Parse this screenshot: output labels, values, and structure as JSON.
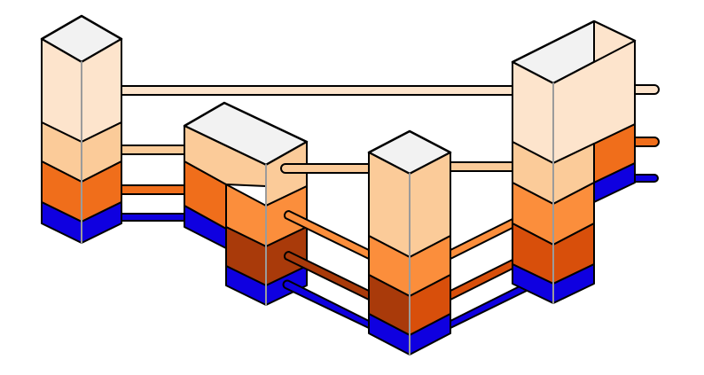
{
  "colors": {
    "top": "#f2f2f2",
    "cream": "#fde4cc",
    "peach": "#fbcb99",
    "light_orange": "#fb8e3c",
    "orange": "#f06e1b",
    "dark_orange": "#d84f0b",
    "brown": "#a93a0a",
    "blue": "#0f00e0",
    "outline": "#000000",
    "edge": "#9b9b9b",
    "background": "#ffffff"
  },
  "diagram": {
    "towers": [
      {
        "id": "tower-a",
        "layers": [
          "cream",
          "peach",
          "orange",
          "blue"
        ]
      },
      {
        "id": "tower-b",
        "layers": [
          "peach",
          "light_orange",
          "brown",
          "blue"
        ]
      },
      {
        "id": "tower-c",
        "layers": [
          "peach",
          "light_orange",
          "brown",
          "blue"
        ]
      },
      {
        "id": "tower-d",
        "layers": [
          "cream",
          "peach",
          "light_orange",
          "dark_orange",
          "blue"
        ]
      }
    ],
    "connectors": [
      "cream",
      "peach",
      "orange",
      "blue"
    ]
  }
}
